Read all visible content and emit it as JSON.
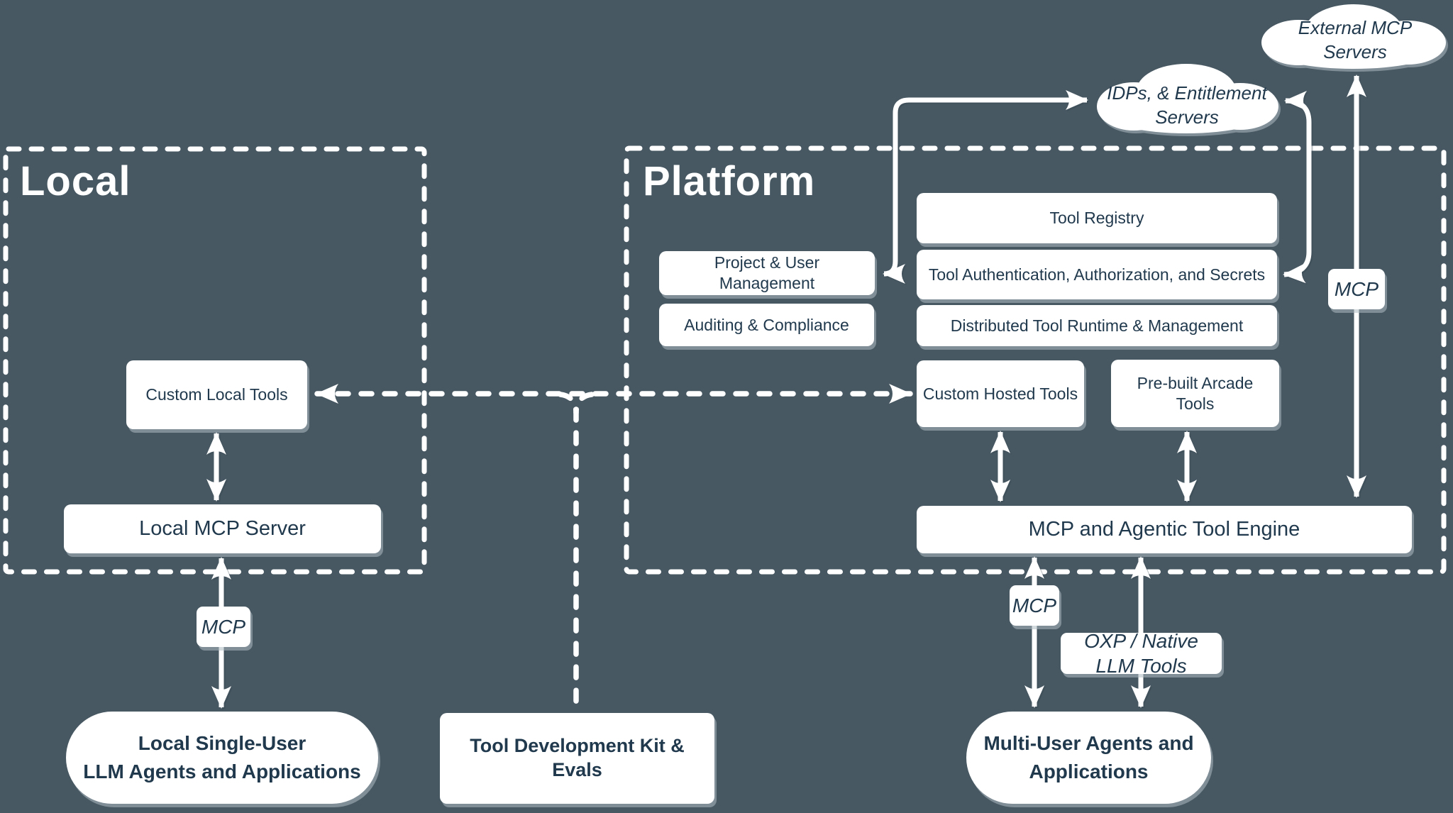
{
  "colors": {
    "background": "#475862",
    "ink": "#21394d",
    "node_fill": "#ffffff",
    "line": "#ffffff"
  },
  "local": {
    "title": "Local",
    "custom_local_tools": "Custom Local Tools",
    "local_mcp_server": "Local MCP Server",
    "mcp_label": "MCP",
    "pill_line1": "Local Single-User",
    "pill_line2": "LLM Agents and Applications"
  },
  "center": {
    "tdk_label": "Tool Development Kit & Evals"
  },
  "platform": {
    "title": "Platform",
    "project_user_management": "Project & User Management",
    "auditing_compliance": "Auditing & Compliance",
    "tool_registry": "Tool Registry",
    "tool_authentication": "Tool Authentication, Authorization, and Secrets",
    "distributed_runtime": "Distributed Tool Runtime & Management",
    "custom_hosted_tools": "Custom Hosted Tools",
    "prebuilt_arcade_tools": "Pre-built Arcade Tools",
    "engine": "MCP and Agentic Tool Engine",
    "mcp_label": "MCP",
    "oxp_label": "OXP / Native LLM Tools",
    "pill_line1": "Multi-User Agents and",
    "pill_line2": "Applications"
  },
  "clouds": {
    "external_mcp": "External MCP Servers",
    "idps_line1": "IDPs, & Entitlement",
    "idps_line2": "Servers",
    "mcp_label": "MCP"
  }
}
